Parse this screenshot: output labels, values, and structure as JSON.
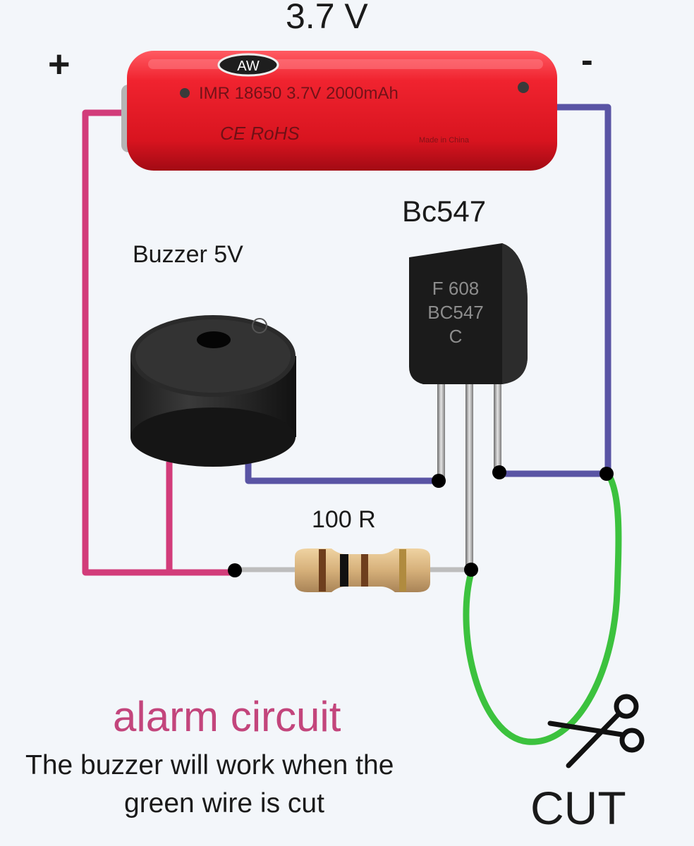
{
  "battery": {
    "voltage": "3.7 V",
    "plus_sign": "+",
    "minus_sign": "-",
    "brand": "AW",
    "model_text": "IMR 18650 3.7V 2000mAh",
    "marks_text": "CE RoHS",
    "origin_text": "Made in China"
  },
  "transistor": {
    "name": "Bc547",
    "marking_line1": "F 608",
    "marking_line2": "BC547",
    "marking_line3": "C"
  },
  "buzzer": {
    "label": "Buzzer 5V"
  },
  "resistor": {
    "label": "100 R"
  },
  "caption": {
    "title": "alarm circuit",
    "line1": "The buzzer will work when the",
    "line2": "green wire is cut"
  },
  "cut": {
    "label": "CUT"
  },
  "colors": {
    "positive_wire": "#d23c7a",
    "negative_wire": "#5954a4",
    "green_wire": "#3cc23e",
    "battery_red": "#e8202e",
    "title_pink": "#c3457c"
  },
  "icons": {
    "scissors": "scissors-icon"
  }
}
